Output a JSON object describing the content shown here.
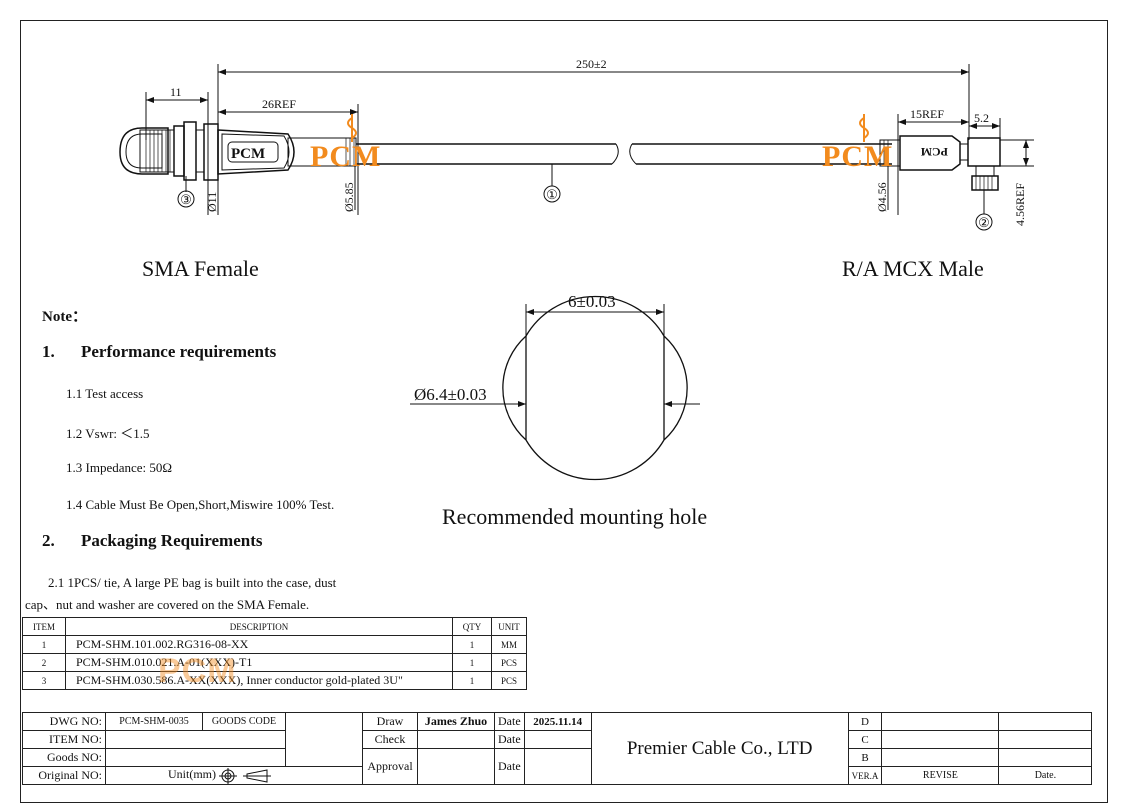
{
  "drawing": {
    "dims": {
      "overall": "250±2",
      "d11": "11",
      "ref26": "26REF",
      "ref15": "15REF",
      "d52": "5.2",
      "dia11": "Ø11",
      "dia585": "Ø5.85",
      "dia456": "Ø4.56",
      "ref456": "4.56REF"
    },
    "balloons": {
      "cable": "①",
      "mcx": "②",
      "sma": "③"
    },
    "sma_brand": "PCM",
    "mcx_brand": "PCM",
    "watermark": "PCM",
    "left_label": "SMA Female",
    "right_label": "R/A MCX Male",
    "hole": {
      "width": "6±0.03",
      "diameter": "Ø6.4±0.03",
      "caption": "Recommended mounting hole"
    }
  },
  "notes": {
    "title": "Note：",
    "section1": {
      "num": "1.",
      "title": "Performance requirements",
      "items": [
        "1.1 Test access",
        "1.2 Vswr: ＜1.5",
        "1.3 Impedance: 50Ω",
        "1.4 Cable Must Be Open,Short,Miswire 100% Test."
      ]
    },
    "section2": {
      "num": "2.",
      "title": "Packaging Requirements",
      "line1": "2.1 1PCS/ tie, A large PE bag is built into the case, dust",
      "line2": "cap、nut and washer are covered on the SMA Female."
    }
  },
  "bom": {
    "headers": [
      "ITEM",
      "DESCRIPTION",
      "QTY",
      "UNIT"
    ],
    "rows": [
      [
        "1",
        "PCM-SHM.101.002.RG316-08-XX",
        "1",
        "MM"
      ],
      [
        "2",
        "PCM-SHM.010.021.A-01(XXX)-T1",
        "1",
        "PCS"
      ],
      [
        "3",
        "PCM-SHM.030.586.A-XX(XXX), Inner conductor gold-plated 3U\"",
        "1",
        "PCS"
      ]
    ]
  },
  "title_block": {
    "dwg_label": "DWG NO:",
    "dwg_no": "PCM-SHM-0035",
    "goods_code": "GOODS CODE",
    "item_no": "ITEM NO:",
    "goods_no": "Goods NO:",
    "original_no": "Original NO:",
    "unit": "Unit(mm)",
    "draw": "Draw",
    "drawer": "James Zhuo",
    "date_label": "Date",
    "date": "2025.11.14",
    "check": "Check",
    "approval": "Approval",
    "company": "Premier Cable Co., LTD",
    "rev": [
      "D",
      "C",
      "B"
    ],
    "ver": "VER.A",
    "revise": "REVISE",
    "date_col": "Date."
  }
}
